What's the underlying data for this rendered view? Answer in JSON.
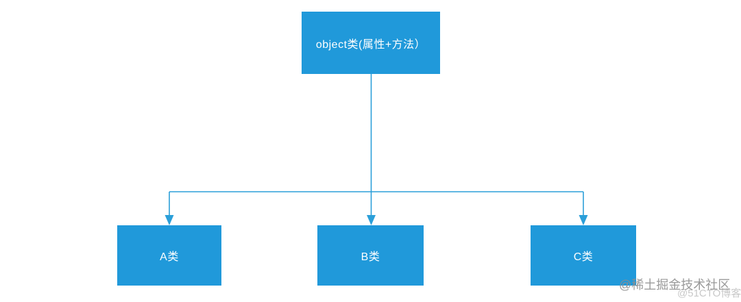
{
  "colors": {
    "background": "#ffffff",
    "node_fill": "#2099da",
    "node_text": "#ffffff",
    "connector": "#2b9fd9",
    "watermark_primary": "#8e8e8e",
    "watermark_secondary": "#c6c6c6"
  },
  "diagram": {
    "type": "hierarchy-flowchart",
    "root": {
      "label": "object类(属性+方法）"
    },
    "children": [
      {
        "label": "A类"
      },
      {
        "label": "B类"
      },
      {
        "label": "C类"
      }
    ]
  },
  "watermarks": {
    "primary": "@稀土掘金技术社区",
    "secondary": "@51CTO博客"
  }
}
